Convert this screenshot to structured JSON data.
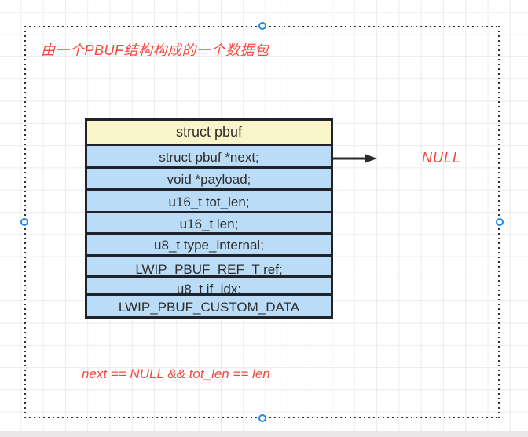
{
  "notes": {
    "packet_title": "由一个PBUF结构构成的一个数据包",
    "null_label": "NULL",
    "condition": "next == NULL && tot_len == len"
  },
  "struct_table": {
    "header": "struct pbuf",
    "rows": [
      "struct pbuf *next;",
      "void *payload;",
      "u16_t tot_len;",
      "u16_t len;",
      "u8_t type_internal;",
      "LWIP_PBUF_REF_T ref;",
      "u8_t if_idx;",
      "LWIP_PBUF_CUSTOM_DATA"
    ]
  },
  "icons": {
    "arrow_right": "arrow-right-icon",
    "selection_handle": "selection-handle"
  },
  "colors": {
    "header_fill": "#faf5c8",
    "row_fill": "#badcf6",
    "table_border": "#20242a",
    "annotation_red": "#f8473e",
    "handle_blue": "#1e88e5",
    "arrow_dark": "#2b2b2b",
    "grid_line": "#ececec"
  }
}
